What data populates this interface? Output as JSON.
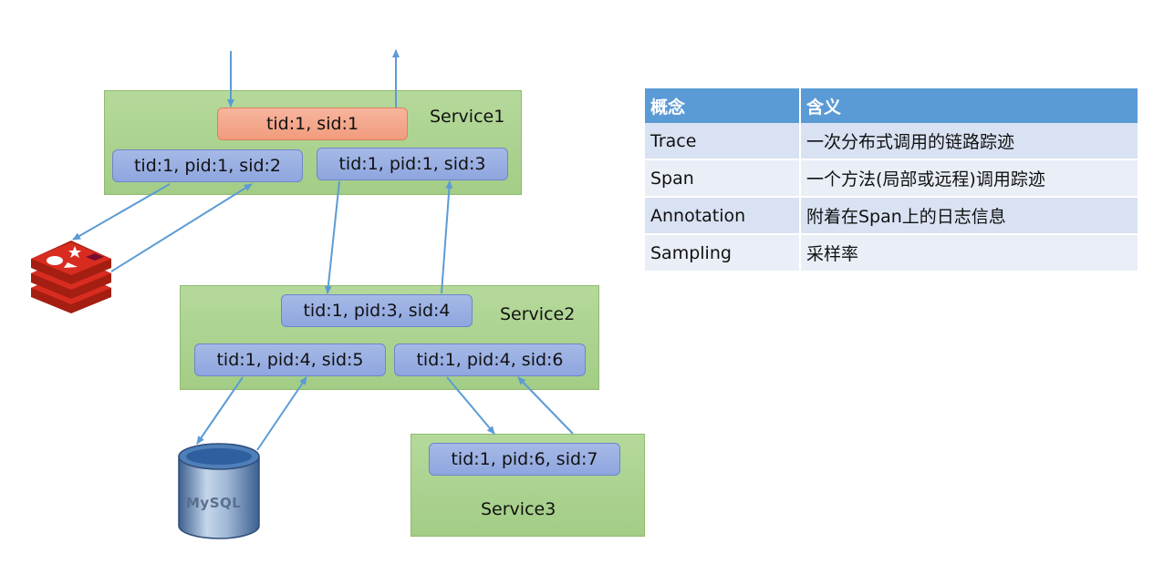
{
  "services": {
    "service1": "Service1",
    "service2": "Service2",
    "service3": "Service3"
  },
  "spans": {
    "s1": "tid:1, sid:1",
    "s2": "tid:1, pid:1, sid:2",
    "s3": "tid:1, pid:1, sid:3",
    "s4": "tid:1, pid:3, sid:4",
    "s5": "tid:1, pid:4, sid:5",
    "s6": "tid:1, pid:4, sid:6",
    "s7": "tid:1, pid:6, sid:7"
  },
  "mysql_label": "MySQL",
  "colors": {
    "service_fill": "#a9d18e",
    "span_fill": "#8faadc",
    "root_span_fill": "#f4b183",
    "arrow": "#5b9bd5",
    "header": "#5b9bd5"
  },
  "legend": {
    "headers": [
      "概念",
      "含义"
    ],
    "rows": [
      [
        "Trace",
        "一次分布式调用的链路踪迹"
      ],
      [
        "Span",
        "一个方法(局部或远程)调用踪迹"
      ],
      [
        "Annotation",
        "附着在Span上的日志信息"
      ],
      [
        "Sampling",
        "采样率"
      ]
    ]
  }
}
